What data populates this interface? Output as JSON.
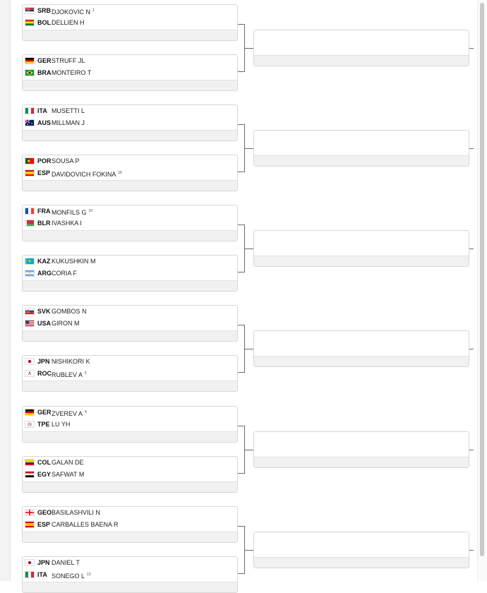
{
  "bracket": {
    "groups": [
      {
        "matches": [
          {
            "players": [
              {
                "country": "SRB",
                "name": "DJOKOVIC N",
                "seed": "1",
                "flag": "srb"
              },
              {
                "country": "BOL",
                "name": "DELLIEN H",
                "seed": "",
                "flag": "bol"
              }
            ]
          },
          {
            "players": [
              {
                "country": "GER",
                "name": "STRUFF JL",
                "seed": "",
                "flag": "ger"
              },
              {
                "country": "BRA",
                "name": "MONTEIRO T",
                "seed": "",
                "flag": "bra"
              }
            ]
          }
        ]
      },
      {
        "matches": [
          {
            "players": [
              {
                "country": "ITA",
                "name": "MUSETTI L",
                "seed": "",
                "flag": "ita"
              },
              {
                "country": "AUS",
                "name": "MILLMAN J",
                "seed": "",
                "flag": "aus"
              }
            ]
          },
          {
            "players": [
              {
                "country": "POR",
                "name": "SOUSA P",
                "seed": "",
                "flag": "por"
              },
              {
                "country": "ESP",
                "name": "DAVIDOVICH FOKINA",
                "seed": "16",
                "flag": "esp"
              }
            ]
          }
        ]
      },
      {
        "matches": [
          {
            "players": [
              {
                "country": "FRA",
                "name": "MONFILS G",
                "seed": "10",
                "flag": "fra"
              },
              {
                "country": "BLR",
                "name": "IVASHKA I",
                "seed": "",
                "flag": "blr"
              }
            ]
          },
          {
            "players": [
              {
                "country": "KAZ",
                "name": "KUKUSHKIN M",
                "seed": "",
                "flag": "kaz"
              },
              {
                "country": "ARG",
                "name": "CORIA F",
                "seed": "",
                "flag": "arg"
              }
            ]
          }
        ]
      },
      {
        "matches": [
          {
            "players": [
              {
                "country": "SVK",
                "name": "GOMBOS N",
                "seed": "",
                "flag": "svk"
              },
              {
                "country": "USA",
                "name": "GIRON M",
                "seed": "",
                "flag": "usa"
              }
            ]
          },
          {
            "players": [
              {
                "country": "JPN",
                "name": "NISHIKORI K",
                "seed": "",
                "flag": "jpn"
              },
              {
                "country": "ROC",
                "name": "RUBLEV A",
                "seed": "5",
                "flag": "roc"
              }
            ]
          }
        ]
      },
      {
        "matches": [
          {
            "players": [
              {
                "country": "GER",
                "name": "ZVEREV A",
                "seed": "4",
                "flag": "ger"
              },
              {
                "country": "TPE",
                "name": "LU YH",
                "seed": "",
                "flag": "tpe"
              }
            ]
          },
          {
            "players": [
              {
                "country": "COL",
                "name": "GALAN DE",
                "seed": "",
                "flag": "col"
              },
              {
                "country": "EGY",
                "name": "SAFWAT M",
                "seed": "",
                "flag": "egy"
              }
            ]
          }
        ]
      },
      {
        "matches": [
          {
            "players": [
              {
                "country": "GEO",
                "name": "BASILASHVILI N",
                "seed": "",
                "flag": "geo"
              },
              {
                "country": "ESP",
                "name": "CARBALLES BAENA R",
                "seed": "",
                "flag": "esp"
              }
            ]
          },
          {
            "players": [
              {
                "country": "JPN",
                "name": "DANIEL T",
                "seed": "",
                "flag": "jpn"
              },
              {
                "country": "ITA",
                "name": "SONEGO L",
                "seed": "13",
                "flag": "ita"
              }
            ]
          }
        ]
      }
    ]
  }
}
